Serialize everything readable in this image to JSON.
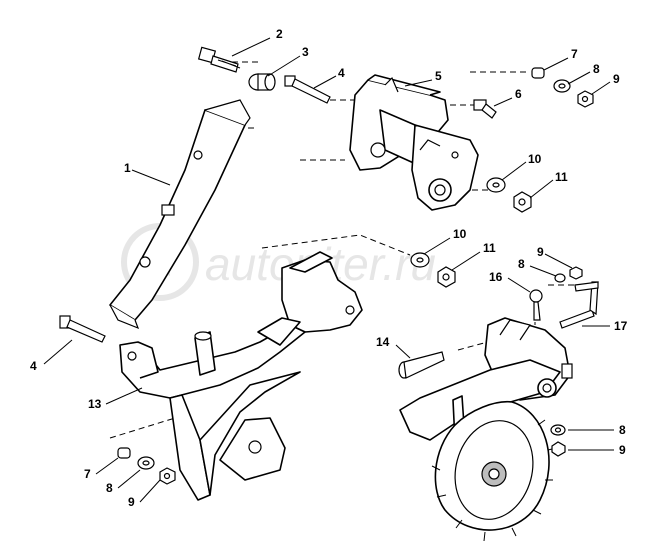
{
  "watermark": "autopiter.ru",
  "callouts": {
    "c1": "1",
    "c2": "2",
    "c3": "3",
    "c4a": "4",
    "c4b": "4",
    "c5": "5",
    "c6": "6",
    "c7a": "7",
    "c7b": "7",
    "c8a": "8",
    "c8b": "8",
    "c8c": "8",
    "c8d": "8",
    "c9a": "9",
    "c9b": "9",
    "c9c": "9",
    "c9d": "9",
    "c10a": "10",
    "c10b": "10",
    "c11a": "11",
    "c11b": "11",
    "c13": "13",
    "c14": "14",
    "c16": "16",
    "c17": "17"
  }
}
